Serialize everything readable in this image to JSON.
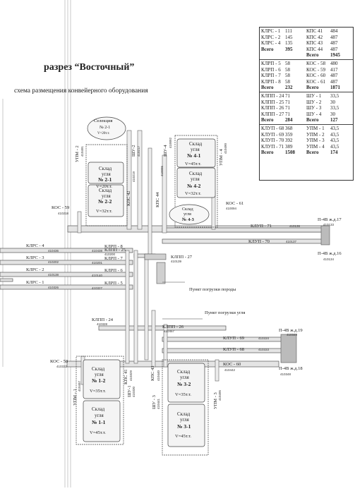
{
  "title": "разрез “Восточный”",
  "subtitle": "схема размещения конвейерного оборудования",
  "table": {
    "blocks": [
      {
        "left": [
          [
            "КЛРС - 1",
            "111"
          ],
          [
            "КЛРС - 2",
            "145"
          ],
          [
            "КЛРС - 4",
            "135"
          ],
          [
            "Всего",
            "395"
          ]
        ],
        "right": [
          [
            "КПС 41",
            "484"
          ],
          [
            "КПС 42",
            "487"
          ],
          [
            "КПС 43",
            "487"
          ],
          [
            "КПС 44",
            "487"
          ],
          [
            "Всего",
            "1945"
          ]
        ]
      },
      {
        "left": [
          [
            "КЛРП - 5",
            "58"
          ],
          [
            "КЛРП - 6",
            "58"
          ],
          [
            "КЛРП - 7",
            "58"
          ],
          [
            "КЛРП - 8",
            "58"
          ],
          [
            "Всего",
            "232"
          ]
        ],
        "right": [
          [
            "КОС - 58",
            "480"
          ],
          [
            "КОС - 59",
            "417"
          ],
          [
            "КОС - 60",
            "487"
          ],
          [
            "КОС - 61",
            "487"
          ],
          [
            "Всего",
            "1871"
          ]
        ]
      },
      {
        "left": [
          [
            "КЛПП - 24",
            "71"
          ],
          [
            "КЛПП - 25",
            "71"
          ],
          [
            "КЛПП - 26",
            "71"
          ],
          [
            "КЛПП - 27",
            "71"
          ],
          [
            "Всего",
            "284"
          ]
        ],
        "right": [
          [
            "ШУ - 1",
            "33,5"
          ],
          [
            "ШУ - 2",
            "30"
          ],
          [
            "ШУ - 3",
            "33,5"
          ],
          [
            "ШУ - 4",
            "30"
          ],
          [
            "Всего",
            "127"
          ]
        ]
      },
      {
        "left": [
          [
            "КЛУП - 68",
            "368"
          ],
          [
            "КЛУП - 69",
            "359"
          ],
          [
            "КЛУП - 70",
            "392"
          ],
          [
            "КЛУП - 71",
            "389"
          ],
          [
            "Всего",
            "1508"
          ]
        ],
        "right": [
          [
            "УПМ - 1",
            "43,5"
          ],
          [
            "УПМ - 2",
            "43,5"
          ],
          [
            "УПМ - 3",
            "43,5"
          ],
          [
            "УПМ - 4",
            "43,5"
          ],
          [
            "Всего",
            "174"
          ]
        ]
      }
    ]
  },
  "labels": {
    "selection": "Селекция",
    "s21n": "№ 2-1",
    "s21b": "V=20т.т.",
    "s22": "Склад угля №2-2 V=32т.т.",
    "sklad": "Склад",
    "uglya": "угля",
    "n21": "№ 2-1",
    "v21": "V=20т.т.",
    "n22": "№ 2-2",
    "v22": "V=32т.т.",
    "n41": "№ 4-1",
    "v41": "V=45т.т.",
    "n42": "№ 4-2",
    "v42": "V=32т.т.",
    "n43": "№ 4-3",
    "n12": "№ 1-2",
    "v12": "V=35т.т.",
    "n11": "№ 1-1",
    "v11": "V=45т.т.",
    "n32": "№ 3-2",
    "v32": "V=35т.т.",
    "n31": "№ 3-1",
    "v31": "V=45т.т.",
    "upm2": "УПМ - 2",
    "upm2c": "410491",
    "shu2": "ШУ-2",
    "shu2c": "410217",
    "kps42": "КПС 42",
    "kps42c": "410219",
    "kps44": "КПС 44",
    "kps44c": "410095",
    "shu4": "ШУ-4",
    "shu4c": "410092",
    "upm4": "УПМ - 4",
    "upm4c": "410490",
    "kos59": "КОС - 59",
    "kos59c": "410218",
    "kos61": "КОС - 61",
    "kos61c": "410094",
    "klup71": "КЛУП - 71",
    "klup71c": "410136",
    "klup70": "КЛУП - 70",
    "klup70c": "410137",
    "p4v17": "П-4В ж.д.17",
    "p4v17c": "410133",
    "p4v16": "П-4В ж.д.16",
    "p4v16c": "410134",
    "klpp25": "КЛПП - 25",
    "klpp25c": "410200",
    "klpp27": "КЛПП - 27",
    "klpp27c": "410139",
    "klrs4": "КЛРС - 4",
    "klrs4c": "410436",
    "klrp8": "КЛРП - 8",
    "klrp8c": "410438",
    "klrs3": "КЛРС - 3",
    "klrs3c": "410202",
    "klrp7": "КЛРП - 7",
    "klrp7c": "410201",
    "klrs2": "КЛРС - 2",
    "klrs2c": "410138",
    "klrp6": "КЛРП - 6",
    "klrp6c": "410140",
    "klrs1": "КЛРС - 1",
    "klrs1c": "410326",
    "klrp5": "КЛРП - 5",
    "klrp5c": "410327",
    "punkt_porody": "Пункт погрузки породы",
    "punkt_uglya": "Пункт погрузки угля",
    "klpp24": "КЛПП - 24",
    "klpp24c": "410328",
    "klpp26": "КЛПП - 26",
    "klpp26c": "410457",
    "klup69": "КЛУП - 69",
    "klup69c": "410334",
    "klup68": "КЛУП - 68",
    "klup68c": "410333",
    "p4v19": "П-4В ж.д.19",
    "p4v19c": "410349",
    "p4v18": "П-4В ж.д.18",
    "p4v18c": "410348",
    "kos58": "КОС - 58",
    "kos58c": "410332",
    "kos60": "КОС - 60",
    "kos60c": "410442",
    "upm1": "УПМ - 1",
    "upm1c": "410497",
    "shu1": "ШУ-1",
    "shu1c": "410330",
    "kps41": "КПС 41",
    "kps41c": "410329",
    "kps43": "КПС 43",
    "kps43c": "410440",
    "shu3": "ШУ - 3",
    "shu3c": "410441",
    "upm3": "УПМ - 3",
    "upm3c": "410495"
  }
}
